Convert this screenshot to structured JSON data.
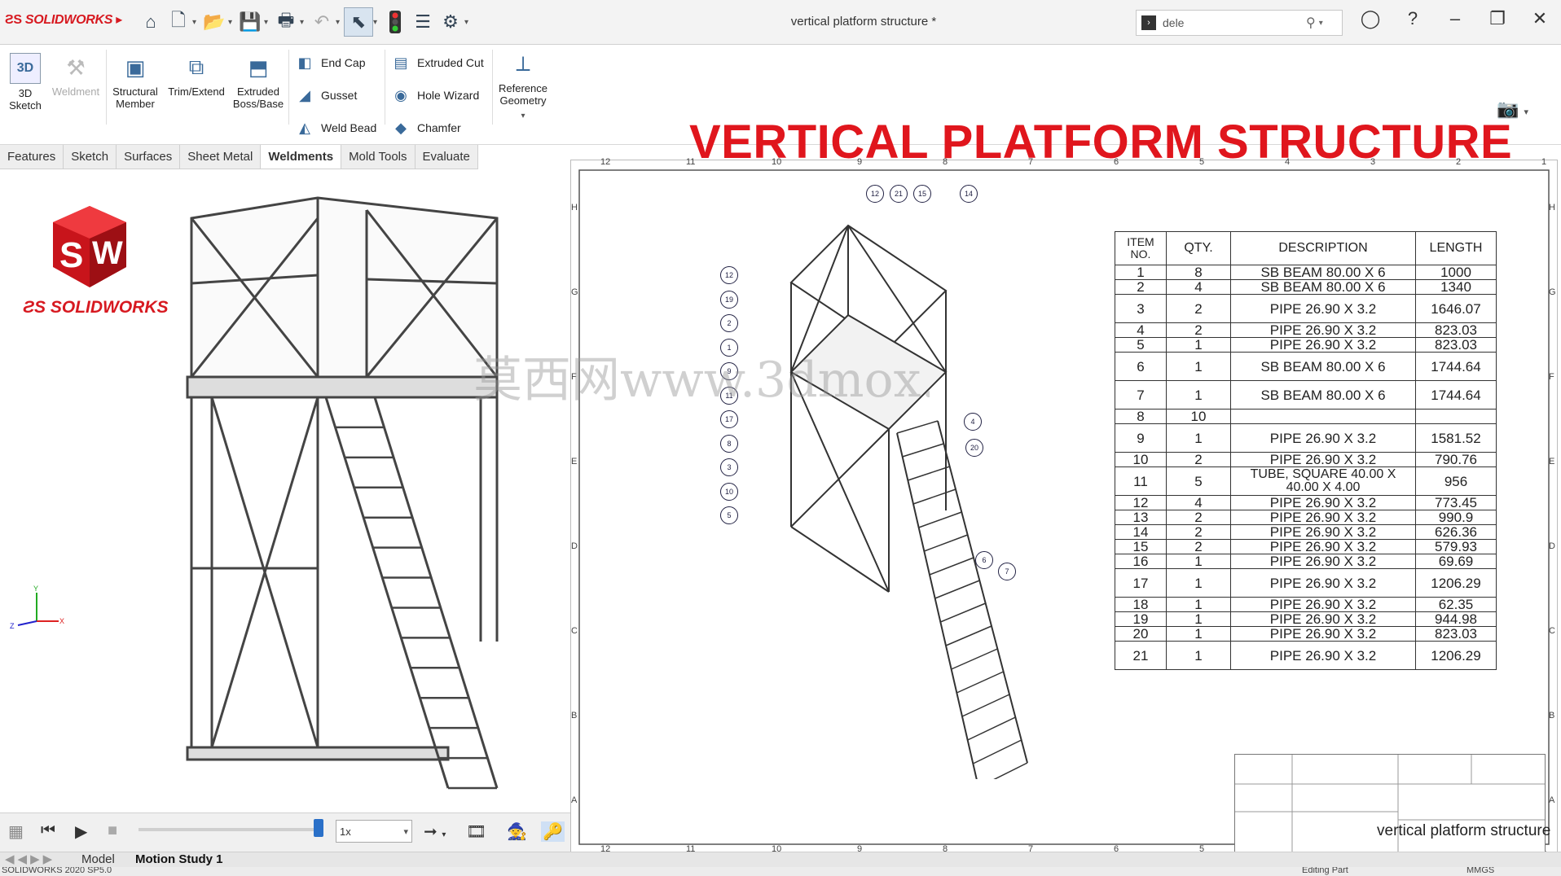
{
  "app": {
    "logo_text": "SOLIDWORKS",
    "doc_title": "vertical platform structure *"
  },
  "search": {
    "value": "dele"
  },
  "ribbon": {
    "sketch": "3D Sketch",
    "weldment": "Weldment",
    "structural_member": "Structural Member",
    "trim_extend": "Trim/Extend",
    "extruded_boss": "Extruded Boss/Base",
    "end_cap": "End Cap",
    "gusset": "Gusset",
    "weld_bead": "Weld Bead",
    "extruded_cut": "Extruded Cut",
    "hole_wizard": "Hole Wizard",
    "chamfer": "Chamfer",
    "reference_geometry": "Reference Geometry"
  },
  "banner": "VERTICAL PLATFORM STRUCTURE",
  "tabs": [
    "Features",
    "Sketch",
    "Surfaces",
    "Sheet Metal",
    "Weldments",
    "Mold Tools",
    "Evaluate"
  ],
  "active_tab": "Weldments",
  "sw_logo_text": "SOLIDWORKS",
  "bom": {
    "headers": {
      "item": "ITEM NO.",
      "qty": "QTY.",
      "desc": "DESCRIPTION",
      "len": "LENGTH"
    },
    "rows": [
      {
        "item": "1",
        "qty": "8",
        "desc": "SB BEAM 80.00 X 6",
        "len": "1000"
      },
      {
        "item": "2",
        "qty": "4",
        "desc": "SB BEAM 80.00 X 6",
        "len": "1340"
      },
      {
        "item": "3",
        "qty": "2",
        "desc": "PIPE 26.90 X 3.2",
        "len": "1646.07"
      },
      {
        "item": "4",
        "qty": "2",
        "desc": "PIPE 26.90 X 3.2",
        "len": "823.03"
      },
      {
        "item": "5",
        "qty": "1",
        "desc": "PIPE 26.90 X 3.2",
        "len": "823.03"
      },
      {
        "item": "6",
        "qty": "1",
        "desc": "SB BEAM 80.00 X 6",
        "len": "1744.64"
      },
      {
        "item": "7",
        "qty": "1",
        "desc": "SB BEAM 80.00 X 6",
        "len": "1744.64"
      },
      {
        "item": "8",
        "qty": "10",
        "desc": "",
        "len": ""
      },
      {
        "item": "9",
        "qty": "1",
        "desc": "PIPE 26.90 X 3.2",
        "len": "1581.52"
      },
      {
        "item": "10",
        "qty": "2",
        "desc": "PIPE 26.90 X 3.2",
        "len": "790.76"
      },
      {
        "item": "11",
        "qty": "5",
        "desc": "TUBE, SQUARE 40.00 X 40.00 X 4.00",
        "len": "956"
      },
      {
        "item": "12",
        "qty": "4",
        "desc": "PIPE 26.90 X 3.2",
        "len": "773.45"
      },
      {
        "item": "13",
        "qty": "2",
        "desc": "PIPE 26.90 X 3.2",
        "len": "990.9"
      },
      {
        "item": "14",
        "qty": "2",
        "desc": "PIPE 26.90 X 3.2",
        "len": "626.36"
      },
      {
        "item": "15",
        "qty": "2",
        "desc": "PIPE 26.90 X 3.2",
        "len": "579.93"
      },
      {
        "item": "16",
        "qty": "1",
        "desc": "PIPE 26.90 X 3.2",
        "len": "69.69"
      },
      {
        "item": "17",
        "qty": "1",
        "desc": "PIPE 26.90 X 3.2",
        "len": "1206.29"
      },
      {
        "item": "18",
        "qty": "1",
        "desc": "PIPE 26.90 X 3.2",
        "len": "62.35"
      },
      {
        "item": "19",
        "qty": "1",
        "desc": "PIPE 26.90 X 3.2",
        "len": "944.98"
      },
      {
        "item": "20",
        "qty": "1",
        "desc": "PIPE 26.90 X 3.2",
        "len": "823.03"
      },
      {
        "item": "21",
        "qty": "1",
        "desc": "PIPE 26.90 X 3.2",
        "len": "1206.29"
      }
    ]
  },
  "title_block_name": "vertical platform structure",
  "zone_numbers": [
    "12",
    "11",
    "10",
    "9",
    "8",
    "7",
    "6",
    "5",
    "4",
    "3",
    "2",
    "1"
  ],
  "zone_letters": [
    "H",
    "G",
    "F",
    "E",
    "D",
    "C",
    "B",
    "A"
  ],
  "balloons_top": [
    "12",
    "21",
    "15",
    "14"
  ],
  "balloons_left": [
    "12",
    "19",
    "2",
    "1",
    "9",
    "11",
    "17",
    "8",
    "3",
    "10",
    "5"
  ],
  "balloons_right": [
    "4",
    "20",
    "6",
    "7"
  ],
  "motion": {
    "speed": "1x"
  },
  "bottom_tabs": {
    "model": "Model",
    "motion_study": "Motion Study 1"
  },
  "status": {
    "version": "SOLIDWORKS 2020 SP5.0",
    "mode": "Editing Part",
    "units": "MMGS"
  }
}
